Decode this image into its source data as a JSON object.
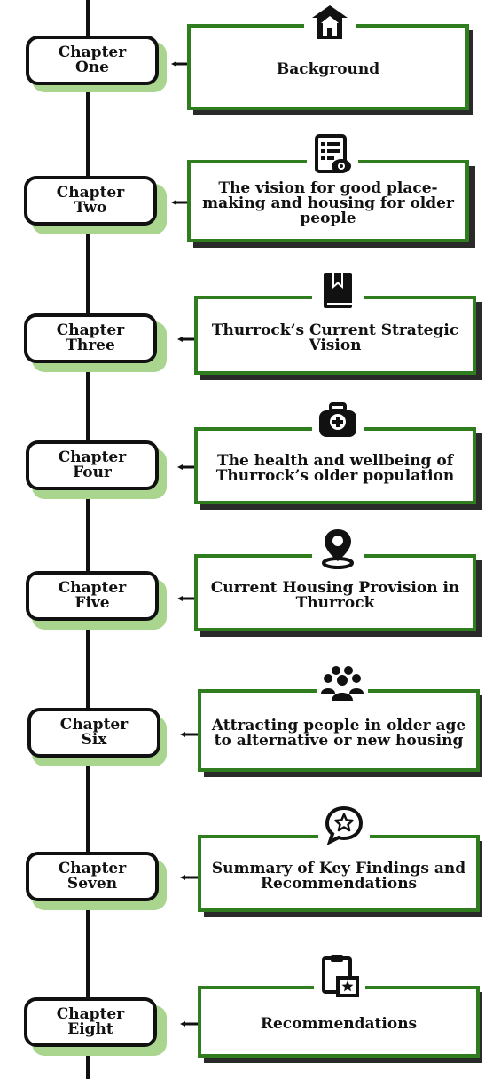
{
  "chapters": [
    {
      "label1": "Chapter",
      "label2": "One",
      "title": "Background",
      "icon": "house-icon"
    },
    {
      "label1": "Chapter",
      "label2": "Two",
      "title": "The vision for good place-making and housing for older people",
      "icon": "document-eye-icon"
    },
    {
      "label1": "Chapter",
      "label2": "Three",
      "title": "Thurrock’s Current Strategic Vision",
      "icon": "bookmark-book-icon"
    },
    {
      "label1": "Chapter",
      "label2": "Four",
      "title": "The health and wellbeing of Thurrock’s older population",
      "icon": "medical-bag-icon"
    },
    {
      "label1": "Chapter",
      "label2": "Five",
      "title": "Current Housing Provision in Thurrock",
      "icon": "map-pin-icon"
    },
    {
      "label1": "Chapter",
      "label2": "Six",
      "title": "Attracting people in older age to alternative or new housing",
      "icon": "people-group-icon"
    },
    {
      "label1": "Chapter",
      "label2": "Seven",
      "title": "Summary of Key Findings and Recommendations",
      "icon": "star-speech-bubble-icon"
    },
    {
      "label1": "Chapter",
      "label2": "Eight",
      "title": "Recommendations",
      "icon": "clipboard-star-icon"
    }
  ],
  "colors": {
    "accent_green": "#2f7d1f",
    "shadow_green": "#a9d58f",
    "line": "#111111"
  }
}
